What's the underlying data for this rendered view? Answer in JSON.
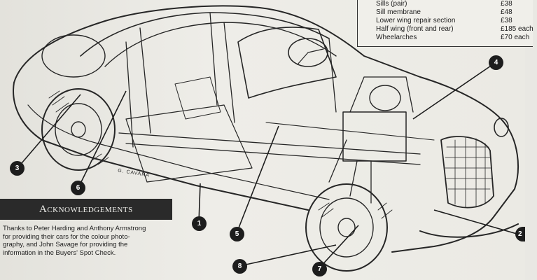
{
  "price_list": {
    "rows": [
      {
        "name": "Sills (pair)",
        "price": "£38"
      },
      {
        "name": "Sill membrane",
        "price": "£48"
      },
      {
        "name": "Lower wing repair section",
        "price": "£38"
      },
      {
        "name": "Half wing (front and rear)",
        "price": "£185 each"
      },
      {
        "name": "Wheelarches",
        "price": "£70  each"
      }
    ]
  },
  "acknowledgements": {
    "title": "Acknowledgements",
    "lines": [
      "Thanks to Peter Harding and Anthony Armstrong",
      "for providing their cars for the colour photo-",
      "graphy, and John Savage for providing the",
      "information in the Buyers' Spot Check."
    ]
  },
  "illustration": {
    "signature": "G. CAVARA",
    "callouts": [
      "1",
      "2",
      "3",
      "4",
      "5",
      "6",
      "7",
      "8"
    ]
  },
  "colors": {
    "ink": "#1e1e1e",
    "paper": "#e9e8e3",
    "banner": "#2a2a2a"
  }
}
